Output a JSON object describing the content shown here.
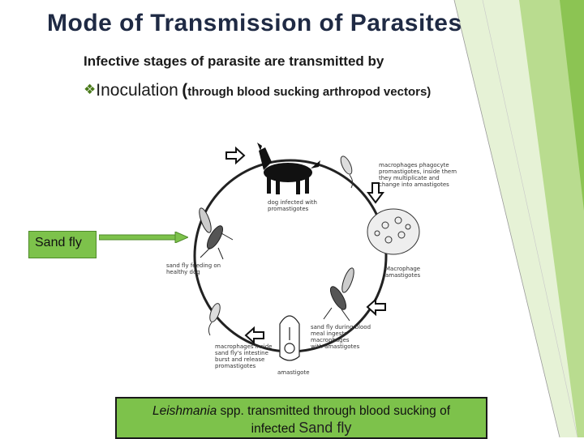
{
  "slide": {
    "title": "Mode of Transmission of Parasites",
    "subtitle": "Infective stages of parasite are transmitted by",
    "bullet": {
      "symbol": "❖",
      "word": "Inoculation",
      "paren_open": "(",
      "detail": "through blood sucking arthropod vectors)"
    },
    "sand_fly_label": "Sand fly",
    "caption": {
      "genus": "Leishmania",
      "part1": " spp. transmitted through blood sucking of",
      "part2": "infected ",
      "emphasis": "Sand fly"
    }
  },
  "diagram": {
    "labels": {
      "dog": "dog infected with\npromastigotes",
      "macrophages_phagocyte": "macrophages phagocyte\npromastigotes, inside them\nthey multiplicate and\nchange into amastigotes",
      "macrophage": "Macrophage\namastigotes",
      "sand_fly_ingests": "sand fly during blood\nmeal ingests\nmacrophages\nwith amastigotes",
      "amastigote": "amastigote",
      "macrophages_intestine": "macrophages inside\nsand fly's intestine\nburst and release\npromastigotes",
      "sand_fly_feeding": "sand fly feeding on\nhealthy dog"
    }
  },
  "colors": {
    "title": "#1f2a44",
    "accent_green": "#7dc24b",
    "bullet_green": "#4a7a1a"
  }
}
